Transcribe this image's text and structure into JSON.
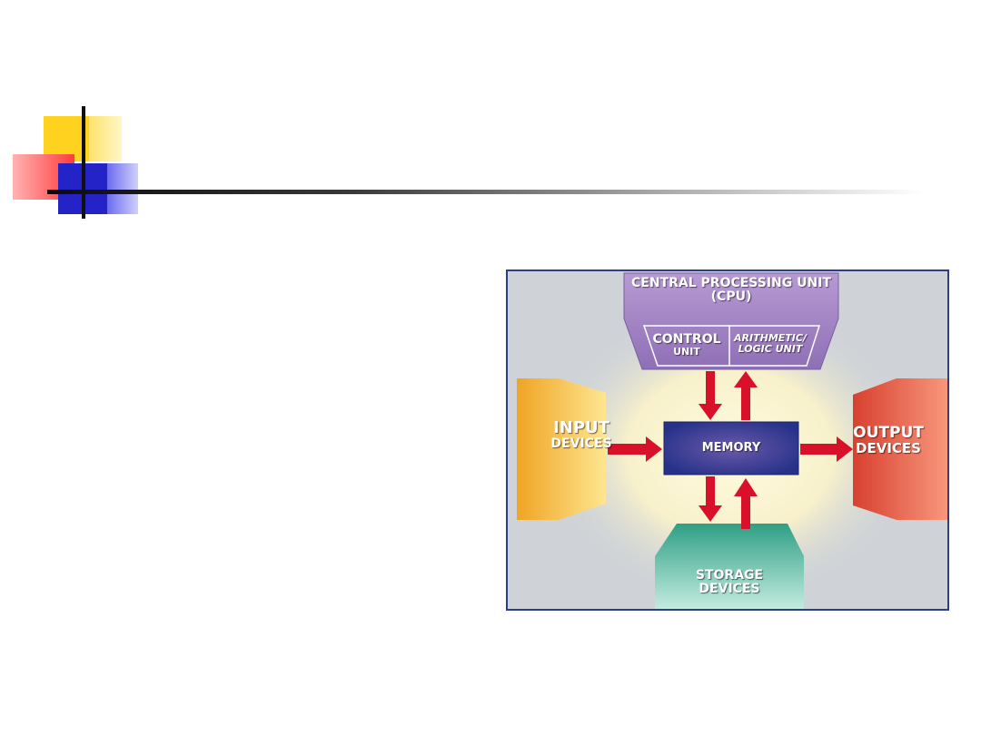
{
  "diagram": {
    "cpu": {
      "title_line1": "CENTRAL PROCESSING UNIT",
      "title_line2": "(CPU)"
    },
    "control_unit": {
      "line1": "CONTROL",
      "line2": "UNIT"
    },
    "alu": {
      "line1": "ARITHMETIC/",
      "line2": "LOGIC UNIT"
    },
    "memory": {
      "label": "MEMORY"
    },
    "input": {
      "line1": "INPUT",
      "line2": "DEVICES"
    },
    "output": {
      "line1": "OUTPUT",
      "line2": "DEVICES"
    },
    "storage": {
      "line1": "STORAGE",
      "line2": "DEVICES"
    }
  },
  "colors": {
    "cpu": "#a98bc9",
    "memory": "#2f3d95",
    "input": "#f2b52a",
    "output": "#e5533f",
    "storage": "#3fb39a",
    "arrow": "#d8102a",
    "frame_border": "#2c3f86",
    "background": "#cfd3d7"
  }
}
